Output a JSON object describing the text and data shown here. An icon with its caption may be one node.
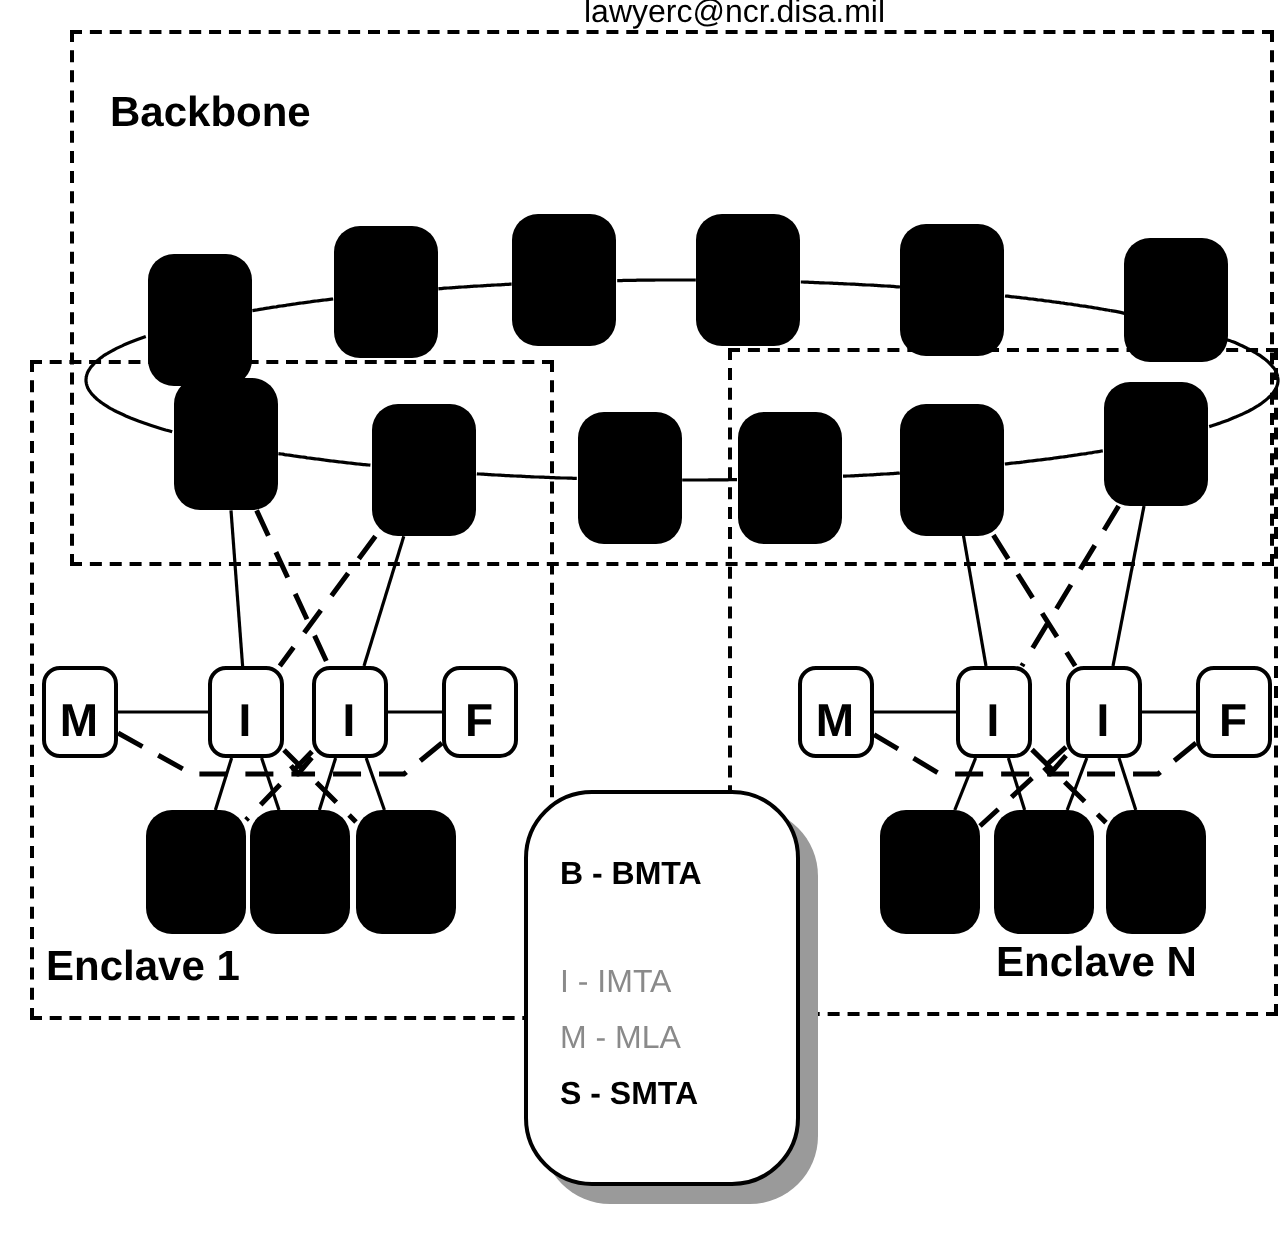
{
  "diagram": {
    "nodes": [
      {
        "text": [
          "Backbone"
        ]
      },
      {
        "text": [
          "Enclave 1"
        ]
      },
      {
        "text": [
          "Enclave N"
        ]
      },
      {
        "text": [],
        "shape": "box",
        "in": 0
      },
      {
        "text": [],
        "shape": "box",
        "in": 0
      },
      {
        "text": [],
        "shape": "box",
        "in": 0
      },
      {
        "text": [],
        "shape": "box",
        "in": 0
      },
      {
        "text": [],
        "shape": "box",
        "in": 0
      },
      {
        "text": [],
        "shape": "box",
        "in": 0
      },
      {
        "text": [],
        "shape": "box"
      },
      {
        "text": [],
        "shape": "box"
      },
      {
        "text": [],
        "shape": "box",
        "in": 0
      },
      {
        "text": [],
        "shape": "box"
      },
      {
        "text": [],
        "shape": "box"
      },
      {
        "text": [],
        "shape": "box"
      },
      {
        "text": [
          "M"
        ],
        "in": 1
      },
      {
        "text": [
          "I"
        ],
        "in": 1
      },
      {
        "text": [
          "I"
        ],
        "in": 1
      },
      {
        "text": [
          "F"
        ],
        "in": 1
      },
      {
        "text": [],
        "shape": "box",
        "in": 1
      },
      {
        "text": [],
        "shape": "box",
        "in": 1
      },
      {
        "text": [],
        "shape": "box",
        "in": 1
      },
      {
        "text": [
          "M"
        ],
        "in": 2
      },
      {
        "text": [
          "I"
        ],
        "in": 2
      },
      {
        "text": [
          "I"
        ],
        "in": 2
      },
      {
        "text": [
          "F"
        ],
        "in": 2
      },
      {
        "text": [],
        "shape": "box",
        "in": 2
      },
      {
        "text": [],
        "shape": "box",
        "in": 2
      },
      {
        "text": [],
        "shape": "box",
        "in": 2
      },
      {
        "text": [
          "B - BMTA",
          "I - IMTA",
          "M - MLA",
          "S - SMTA"
        ]
      }
    ],
    "edges": [
      {
        "from": 3,
        "to": 4,
        "arrow": "none"
      },
      {
        "from": 4,
        "to": 5,
        "arrow": "none"
      },
      {
        "from": 5,
        "to": 6,
        "arrow": "none"
      },
      {
        "from": 6,
        "to": 7,
        "arrow": "none"
      },
      {
        "from": 7,
        "to": 8,
        "arrow": "none"
      },
      {
        "from": 8,
        "to": 14,
        "arrow": "none"
      },
      {
        "from": 14,
        "to": 13,
        "arrow": "none"
      },
      {
        "from": 13,
        "to": 12,
        "arrow": "none"
      },
      {
        "from": 12,
        "to": 11,
        "arrow": "none"
      },
      {
        "from": 11,
        "to": 10,
        "arrow": "none"
      },
      {
        "from": 10,
        "to": 9,
        "arrow": "none"
      },
      {
        "from": 9,
        "to": 3,
        "arrow": "none"
      },
      {
        "from": 9,
        "to": 16,
        "arrow": "none"
      },
      {
        "from": 10,
        "to": 17,
        "arrow": "none"
      },
      {
        "from": 9,
        "to": 17,
        "arrow": "none",
        "style": "dashed"
      },
      {
        "from": 10,
        "to": 16,
        "arrow": "none",
        "style": "dashed"
      },
      {
        "from": 15,
        "to": 16,
        "arrow": "none"
      },
      {
        "from": 15,
        "to": 17,
        "arrow": "none",
        "style": "dashed"
      },
      {
        "from": 18,
        "to": 17,
        "arrow": "none"
      },
      {
        "from": 18,
        "to": 16,
        "arrow": "none",
        "style": "dashed"
      },
      {
        "from": 16,
        "to": 19,
        "arrow": "none"
      },
      {
        "from": 16,
        "to": 20,
        "arrow": "none"
      },
      {
        "from": 17,
        "to": 20,
        "arrow": "none"
      },
      {
        "from": 17,
        "to": 21,
        "arrow": "none"
      },
      {
        "from": 16,
        "to": 21,
        "arrow": "none",
        "style": "dashed"
      },
      {
        "from": 17,
        "to": 19,
        "arrow": "none",
        "style": "dashed"
      },
      {
        "from": 13,
        "to": 23,
        "arrow": "none"
      },
      {
        "from": 14,
        "to": 24,
        "arrow": "none"
      },
      {
        "from": 13,
        "to": 24,
        "arrow": "none",
        "style": "dashed"
      },
      {
        "from": 14,
        "to": 23,
        "arrow": "none",
        "style": "dashed"
      },
      {
        "from": 22,
        "to": 23,
        "arrow": "none"
      },
      {
        "from": 22,
        "to": 24,
        "arrow": "none",
        "style": "dashed"
      },
      {
        "from": 25,
        "to": 24,
        "arrow": "none"
      },
      {
        "from": 25,
        "to": 23,
        "arrow": "none",
        "style": "dashed"
      },
      {
        "from": 23,
        "to": 26,
        "arrow": "none"
      },
      {
        "from": 23,
        "to": 27,
        "arrow": "none"
      },
      {
        "from": 24,
        "to": 27,
        "arrow": "none"
      },
      {
        "from": 24,
        "to": 28,
        "arrow": "none"
      },
      {
        "from": 23,
        "to": 28,
        "arrow": "none",
        "style": "dashed"
      },
      {
        "from": 24,
        "to": 26,
        "arrow": "none",
        "style": "dashed"
      }
    ],
    "labels": [
      "lawyerc@ncr.disa.mil"
    ]
  }
}
